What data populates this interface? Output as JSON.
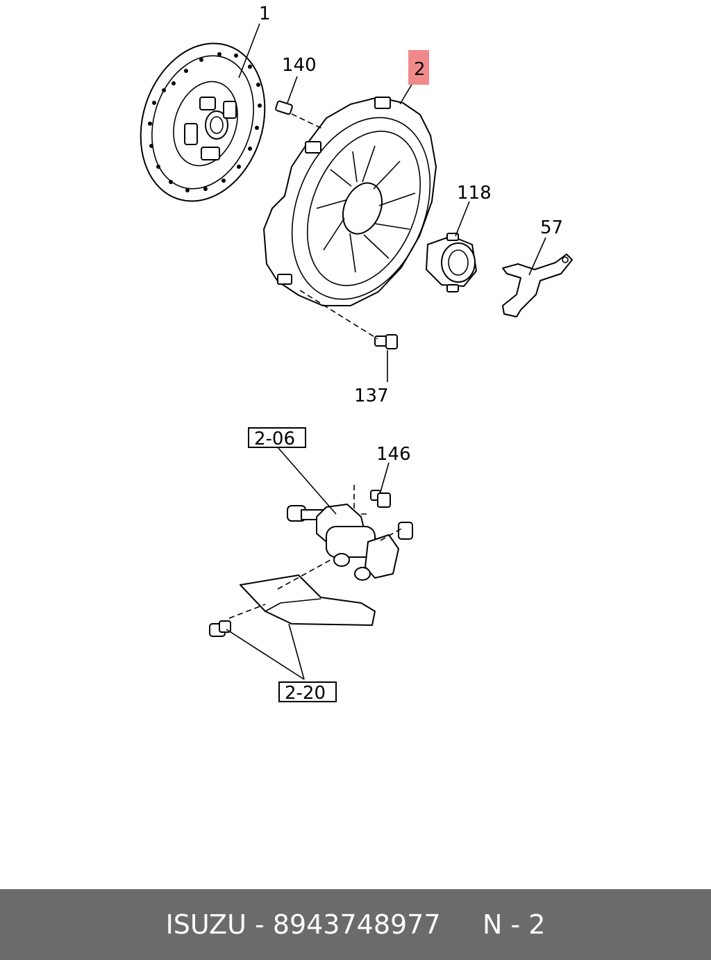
{
  "callouts": {
    "c1": "1",
    "c2": "2",
    "c140": "140",
    "c118": "118",
    "c57": "57",
    "c137": "137",
    "c146": "146",
    "ref_206": "2-06",
    "ref_220": "2-20"
  },
  "colors": {
    "highlight": "#f08a8a",
    "footer_bg": "#6b6b6b",
    "footer_text": "#ffffff"
  },
  "footer": {
    "brand": "ISUZU",
    "sep1": " - ",
    "part_number": "8943748977",
    "gap": "     ",
    "ref": "N - 2"
  }
}
